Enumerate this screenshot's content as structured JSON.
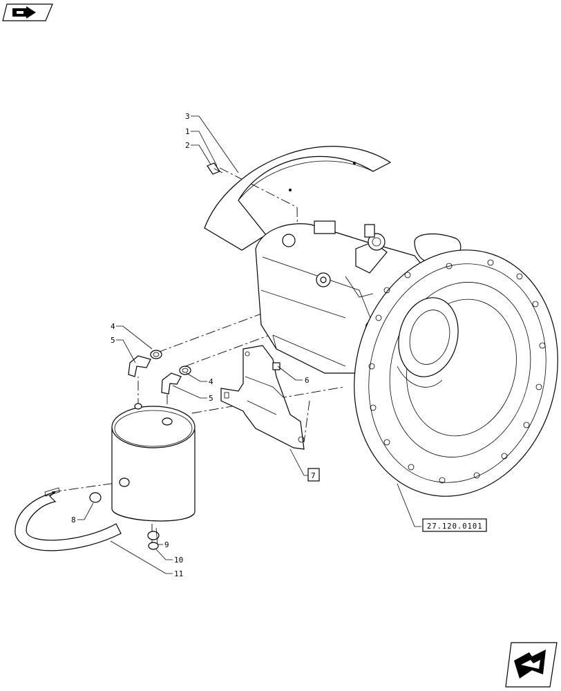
{
  "callouts": {
    "c3": "3",
    "c1": "1",
    "c2": "2",
    "c4a": "4",
    "c5a": "5",
    "c4b": "4",
    "c5b": "5",
    "c6": "6",
    "c7": "7",
    "c8": "8",
    "c9": "9",
    "c10": "10",
    "c11": "11"
  },
  "reference": {
    "label": "27.120.0101"
  },
  "icons": {
    "top_left": "back-arrow-icon",
    "bottom_right": "next-arrow-icon"
  }
}
